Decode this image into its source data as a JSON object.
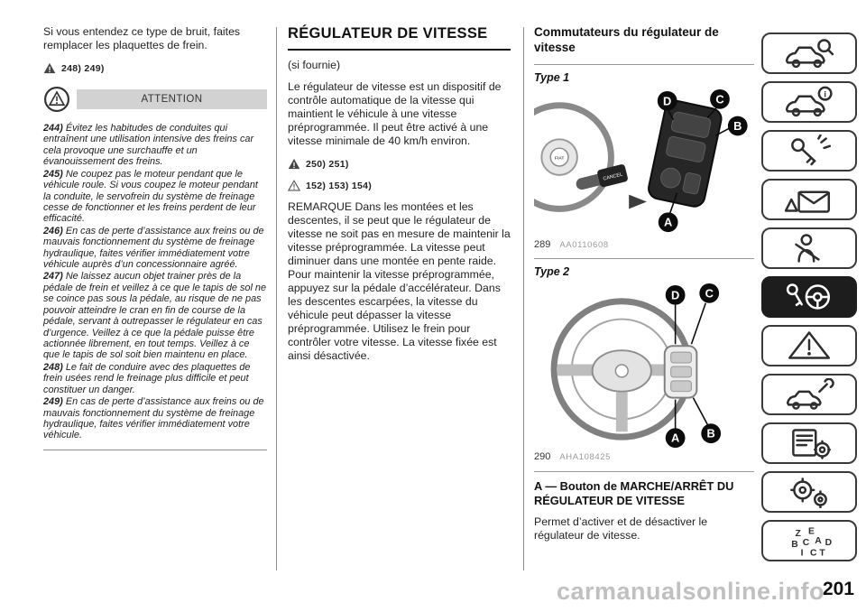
{
  "page": {
    "number": "201",
    "watermark": "carmanualsonline.info"
  },
  "left_column": {
    "intro": "Si vous entendez ce type de bruit, faites remplacer les plaquettes de frein.",
    "refs": "248) 249)",
    "attention_label": "ATTENTION",
    "notes": [
      {
        "num": "244)",
        "text": "Évitez les habitudes de conduites qui entraînent une utilisation intensive des freins car cela provoque une surchauffe et un évanouissement des freins."
      },
      {
        "num": "245)",
        "text": "Ne coupez pas le moteur pendant que le véhicule roule. Si vous coupez le moteur pendant la conduite, le servofrein du système de freinage cesse de fonctionner et les freins perdent de leur efficacité."
      },
      {
        "num": "246)",
        "text": "En cas de perte d’assistance aux freins ou de mauvais fonctionnement du système de freinage hydraulique, faites vérifier immédiatement votre véhicule auprès d’un concessionnaire agréé."
      },
      {
        "num": "247)",
        "text": "Ne laissez aucun objet trainer près de la pédale de frein et veillez à ce que le tapis de sol ne se coince pas sous la pédale, au risque de ne pas pouvoir atteindre le cran en fin de course de la pédale, servant à outrepasser le régulateur en cas d’urgence. Veillez à ce que la pédale puisse être actionnée librement, en tout temps. Veillez à ce que le tapis de sol soit bien maintenu en place."
      },
      {
        "num": "248)",
        "text": "Le fait de conduire avec des plaquettes de frein usées rend le freinage plus difficile et peut constituer un danger."
      },
      {
        "num": "249)",
        "text": "En cas de perte d’assistance aux freins ou de mauvais fonctionnement du système de freinage hydraulique, faites vérifier immédiatement votre véhicule."
      }
    ]
  },
  "middle_column": {
    "title": "RÉGULATEUR DE VITESSE",
    "availability": "(si fournie)",
    "para": "Le régulateur de vitesse est un dispositif de contrôle automatique de la vitesse qui maintient le véhicule à une vitesse préprogrammée. Il peut être activé à une vitesse minimale de 40 km/h environ.",
    "refs_warning": "250) 251)",
    "refs_caution": "152) 153) 154)",
    "remark": "REMARQUE Dans les montées et les descentes, il se peut que le régulateur de vitesse ne soit pas en mesure de maintenir la vitesse préprogrammée. La vitesse peut diminuer dans une montée en pente raide. Pour maintenir la vitesse préprogrammée, appuyez sur la pédale d’accélérateur. Dans les descentes escarpées, la vitesse du véhicule peut dépasser la vitesse préprogrammée. Utilisez le frein pour contrôler votre vitesse. La vitesse fixée est ainsi désactivée."
  },
  "right_column": {
    "heading": "Commutateurs du régulateur de vitesse",
    "type1_label": "Type 1",
    "figure1": {
      "number": "289",
      "code": "AA0110608",
      "cancel_label": "CANCEL",
      "logo": "FIAT"
    },
    "type2_label": "Type 2",
    "figure2": {
      "number": "290",
      "code": "AHA108425"
    },
    "callouts": {
      "a": "A",
      "b": "B",
      "c": "C",
      "d": "D"
    },
    "section_a": {
      "title": "A — Bouton de MARCHE/ARRÊT DU RÉGULATEUR DE VITESSE",
      "text": "Permet d’activer et de désactiver le régulateur de vitesse."
    }
  },
  "sidebar": {
    "icons": [
      "car-search",
      "car-info",
      "ignition-key",
      "warning-messages",
      "seatbelt",
      "starting-driving",
      "emergency-triangle",
      "car-wrench",
      "technical-data",
      "gears",
      "alphabetical-index"
    ],
    "active": "starting-driving"
  },
  "colors": {
    "attention_bar": "#d2d2d2",
    "active_tab": "#1d1d1d",
    "watermark_gray": "#868686"
  }
}
